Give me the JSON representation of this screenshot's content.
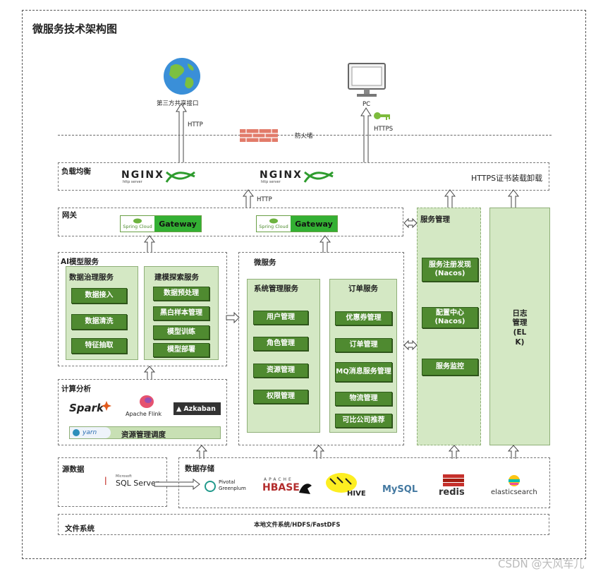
{
  "title": "微服务技术架构图",
  "top": {
    "third_party_label": "第三方共享接口",
    "pc_label": "PC",
    "http_label": "HTTP",
    "https_label": "HTTPS",
    "firewall_label": "防火墙"
  },
  "load_balance": {
    "title": "负载均衡",
    "nginx_text": "NGINX",
    "nginx_sub": "http server",
    "https_offload": "HTTPS证书装载卸载",
    "http_label": "HTTP"
  },
  "gateway": {
    "title": "网关",
    "spring_cloud": "Spring Cloud",
    "gateway_label": "Gateway"
  },
  "ai_model": {
    "title": "AI模型服务",
    "data_gov": {
      "title": "数据治理服务",
      "items": [
        "数据接入",
        "数据清洗",
        "特征抽取"
      ]
    },
    "modeling": {
      "title": "建模探索服务",
      "items": [
        "数据预处理",
        "黑白样本管理",
        "模型训练",
        "模型部署"
      ]
    }
  },
  "compute": {
    "title": "计算分析",
    "spark": "Spark",
    "flink": "Apache Flink",
    "azkaban": "Azkaban",
    "yarn": "yarn",
    "resource_mgmt": "资源管理调度"
  },
  "microservice": {
    "title": "微服务",
    "system": {
      "title": "系统管理服务",
      "items": [
        "用户管理",
        "角色管理",
        "资源管理",
        "权限管理"
      ]
    },
    "order": {
      "title": "订单服务",
      "items": [
        "优惠券管理",
        "订单管理",
        "MQ消息服务管理",
        "物流管理",
        "可比公司推荐"
      ]
    }
  },
  "service_mgmt": {
    "title": "服务管理",
    "items": [
      "服务注册发现(Nacos)",
      "配置中心(Nacos)",
      "服务监控"
    ]
  },
  "log_mgmt": {
    "label": "日志管理(ELK)"
  },
  "source_data": {
    "title": "源数据",
    "sqlserver": "SQL Server",
    "microsoft": "Microsoft"
  },
  "storage": {
    "title": "数据存储",
    "greenplum_1": "Pivotal",
    "greenplum_2": "Greenplum",
    "hbase_top": "APACHE",
    "hbase": "HBASE",
    "hive": "HIVE",
    "mysql": "MySQL",
    "redis": "redis",
    "elastic": "elasticsearch"
  },
  "filesystem": {
    "title": "文件系统",
    "content": "本地文件系统/HDFS/FastDFS"
  },
  "watermark": "CSDN @大风车儿",
  "colors": {
    "green_fill": "#d4e8c4",
    "button_green": "#4f8a30",
    "gateway_green": "#33b033"
  }
}
